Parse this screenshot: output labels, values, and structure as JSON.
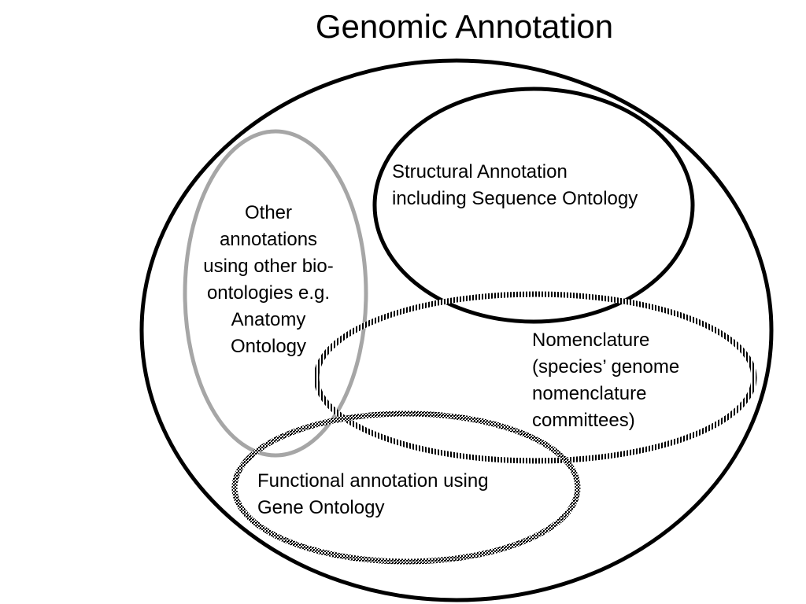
{
  "title": "Genomic Annotation",
  "regions": {
    "other": {
      "lines": [
        "Other",
        "annotations",
        "using other bio-",
        "ontologies e.g.",
        "Anatomy",
        "Ontology"
      ]
    },
    "structural": {
      "lines": [
        "Structural Annotation",
        "including Sequence Ontology"
      ]
    },
    "nomenclature": {
      "lines": [
        "Nomenclature",
        "(species’ genome",
        "nomenclature",
        "committees)"
      ]
    },
    "functional": {
      "lines": [
        "Functional annotation using",
        "Gene Ontology"
      ]
    }
  },
  "colors": {
    "outline": "#000000",
    "other_outline": "#a6a6a6",
    "background": "#ffffff"
  }
}
